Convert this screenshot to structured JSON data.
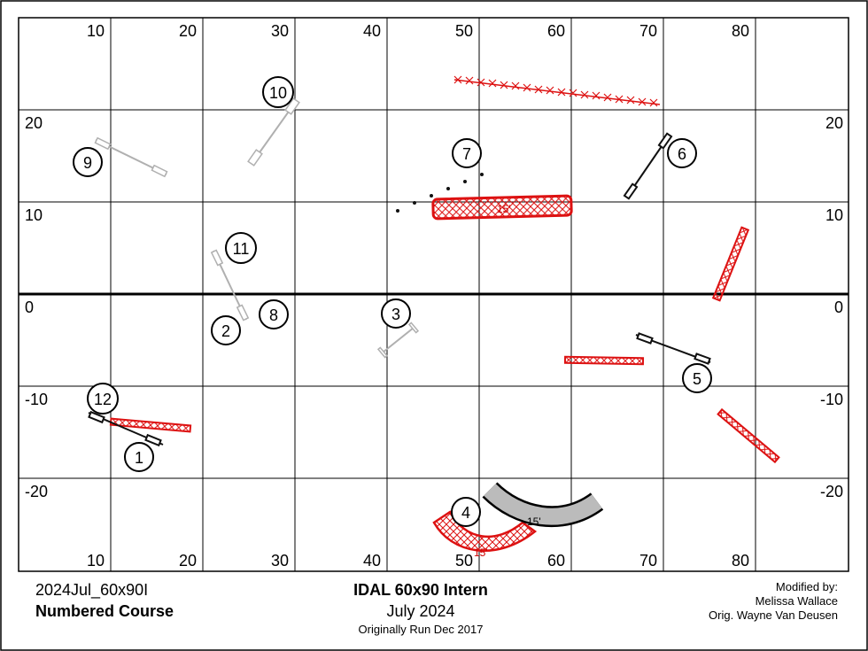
{
  "course": {
    "file_name": "2024Jul_60x90I",
    "course_type": "Numbered Course",
    "title": "IDAL 60x90 Intern",
    "date": "July 2024",
    "original_run": "Originally Run Dec 2017",
    "modified_label": "Modified by:",
    "modifier": "Melissa Wallace",
    "original_designer": "Orig. Wayne Van Deusen"
  },
  "axes": {
    "x_labels": [
      "10",
      "20",
      "30",
      "40",
      "50",
      "60",
      "70",
      "80"
    ],
    "y_labels_left": [
      "20",
      "10",
      "0",
      "-10",
      "-20"
    ],
    "y_labels_right": [
      "20",
      "10",
      "0",
      "-10",
      "-20"
    ]
  },
  "obstacle_numbers": [
    "1",
    "2",
    "3",
    "4",
    "5",
    "6",
    "7",
    "8",
    "9",
    "10",
    "11",
    "12"
  ],
  "tunnel_labels": {
    "straight": "15'",
    "curved_red": "15'",
    "curved_gray": "15'"
  },
  "colors": {
    "grid": "#000000",
    "tunnel_red": "#dd1111",
    "jump_gray": "#b0b0b0",
    "jump_black": "#111111",
    "tunnel_gray": "#bbbbbb"
  }
}
